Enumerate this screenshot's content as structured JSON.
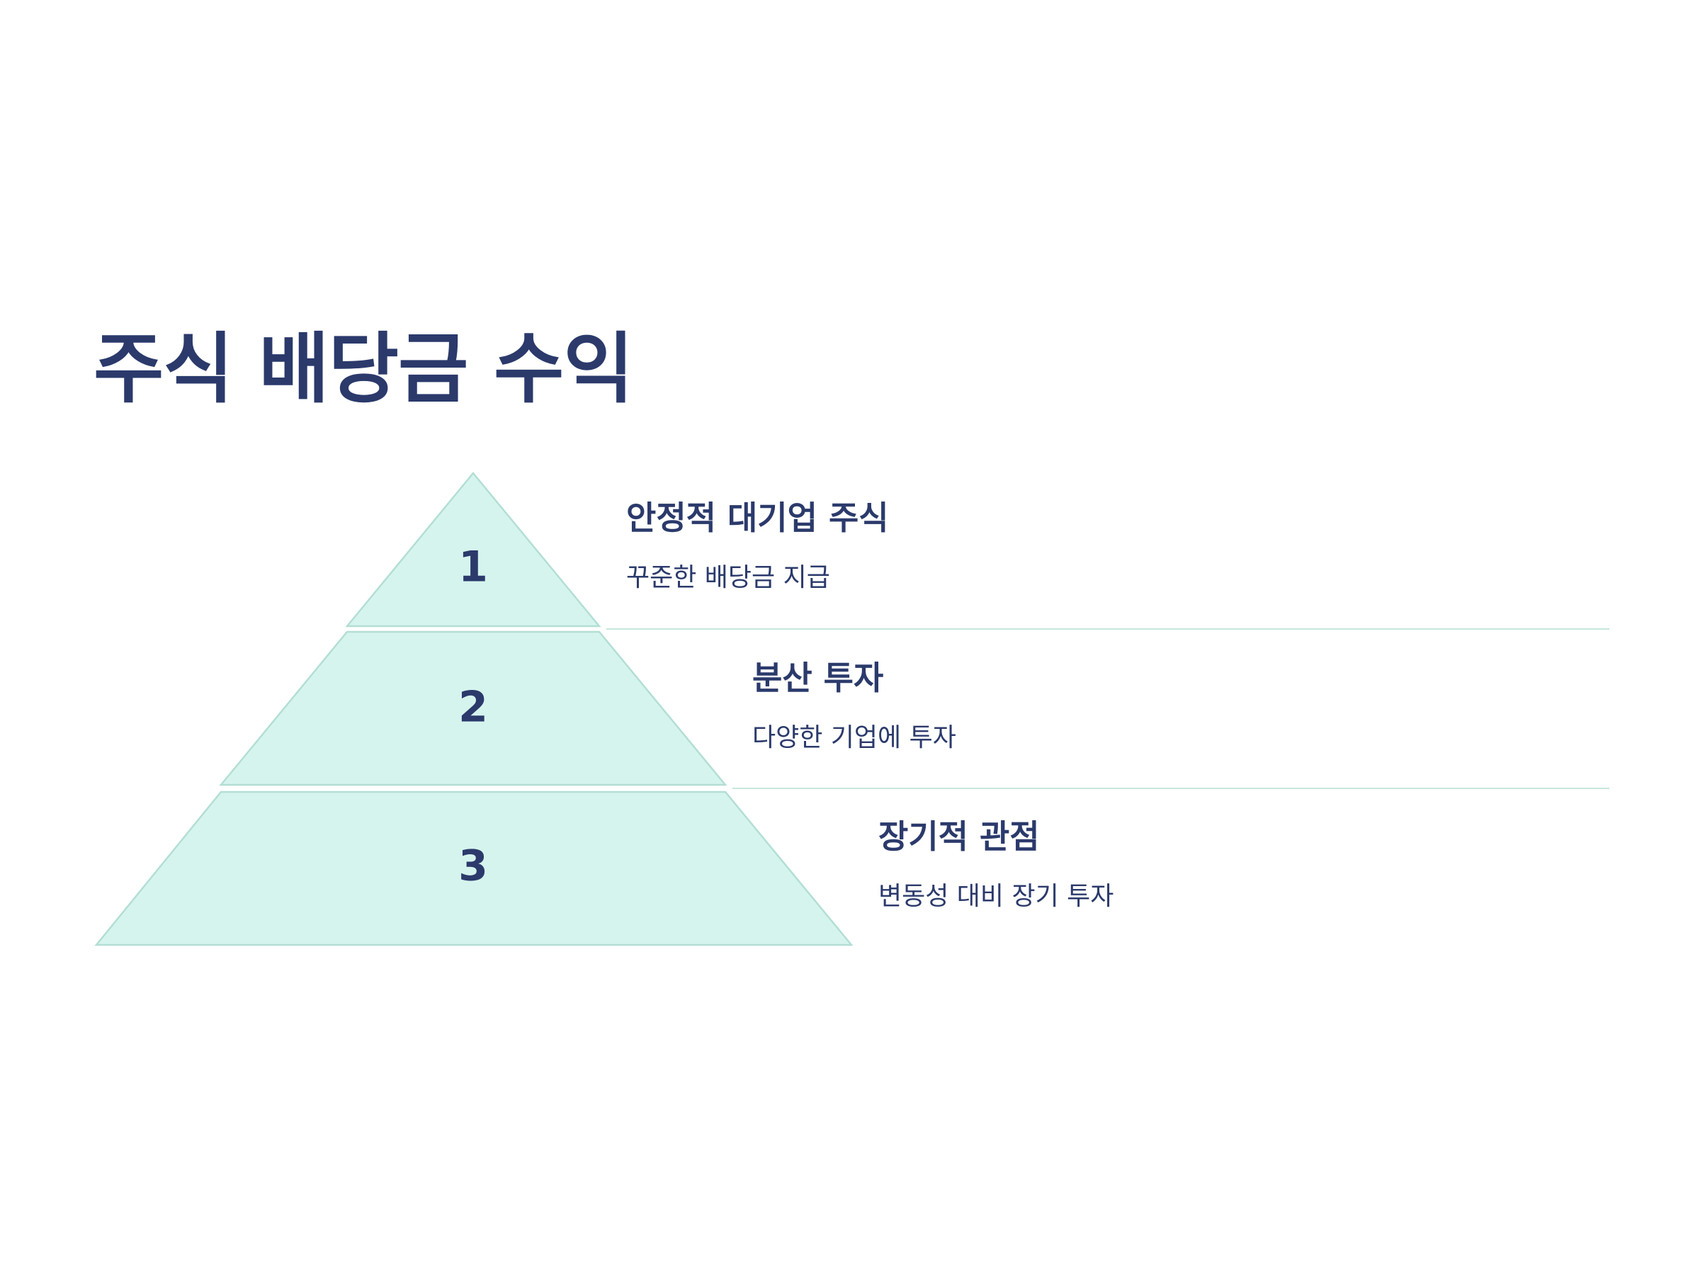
{
  "title": "주식 배당금 수익",
  "colors": {
    "title": "#2b3a6b",
    "tier_fill": "#d6f4ee",
    "tier_stroke": "#b3ded4",
    "divider": "#c6e6de"
  },
  "tiers": [
    {
      "number": "1",
      "title": "안정적 대기업 주식",
      "description": "꾸준한 배당금 지급"
    },
    {
      "number": "2",
      "title": "분산 투자",
      "description": "다양한 기업에 투자"
    },
    {
      "number": "3",
      "title": "장기적 관점",
      "description": "변동성 대비 장기 투자"
    }
  ]
}
